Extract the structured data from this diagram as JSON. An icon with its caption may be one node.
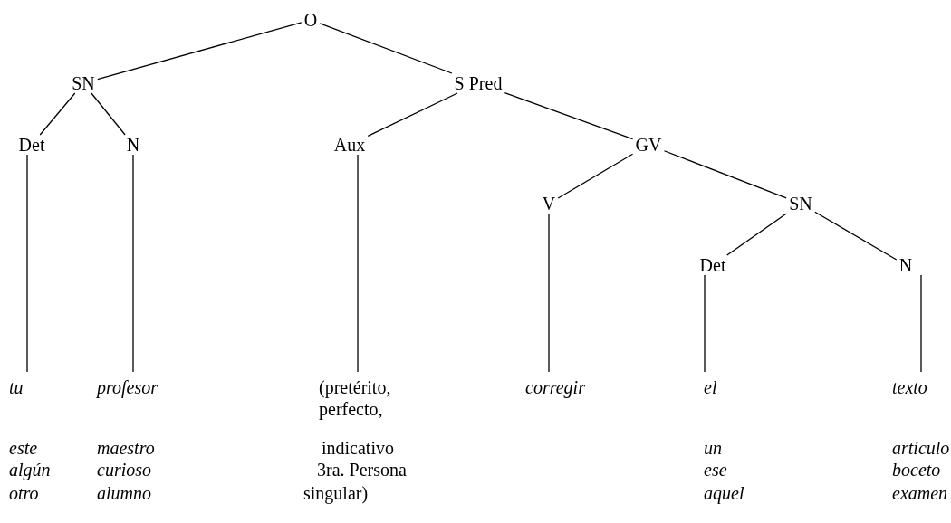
{
  "diagram": {
    "nodes": [
      {
        "text": [
          "O"
        ]
      },
      {
        "text": [
          "SN"
        ]
      },
      {
        "text": [
          "S Pred"
        ]
      },
      {
        "text": [
          "Det"
        ]
      },
      {
        "text": [
          "N"
        ]
      },
      {
        "text": [
          "Aux"
        ]
      },
      {
        "text": [
          "GV"
        ]
      },
      {
        "text": [
          "V"
        ]
      },
      {
        "text": [
          "SN"
        ]
      },
      {
        "text": [
          "Det"
        ]
      },
      {
        "text": [
          "N"
        ]
      },
      {
        "text": [
          "tu"
        ]
      },
      {
        "text": [
          "profesor"
        ]
      },
      {
        "text": [
          "(pretérito, perfecto,"
        ]
      },
      {
        "text": [
          "corregir"
        ]
      },
      {
        "text": [
          "el"
        ]
      },
      {
        "text": [
          "texto"
        ]
      }
    ],
    "edges": [
      {
        "from": 0,
        "to": 1,
        "arrow": "none"
      },
      {
        "from": 0,
        "to": 2,
        "arrow": "none"
      },
      {
        "from": 1,
        "to": 3,
        "arrow": "none"
      },
      {
        "from": 1,
        "to": 4,
        "arrow": "none"
      },
      {
        "from": 2,
        "to": 5,
        "arrow": "none"
      },
      {
        "from": 2,
        "to": 6,
        "arrow": "none"
      },
      {
        "from": 6,
        "to": 7,
        "arrow": "none"
      },
      {
        "from": 6,
        "to": 8,
        "arrow": "none"
      },
      {
        "from": 8,
        "to": 9,
        "arrow": "none"
      },
      {
        "from": 8,
        "to": 10,
        "arrow": "none"
      },
      {
        "from": 3,
        "to": 11,
        "arrow": "none"
      },
      {
        "from": 4,
        "to": 12,
        "arrow": "none"
      },
      {
        "from": 5,
        "to": 13,
        "arrow": "none"
      },
      {
        "from": 7,
        "to": 14,
        "arrow": "none"
      },
      {
        "from": 9,
        "to": 15,
        "arrow": "none"
      },
      {
        "from": 10,
        "to": 16,
        "arrow": "none"
      }
    ],
    "labels": [
      "este",
      "maestro",
      "indicativo",
      "un",
      "artículo",
      "algún",
      "curioso",
      "3ra. Persona",
      "ese",
      "boceto",
      "otro",
      "alumno",
      "singular)",
      "aquel",
      "examen"
    ]
  }
}
